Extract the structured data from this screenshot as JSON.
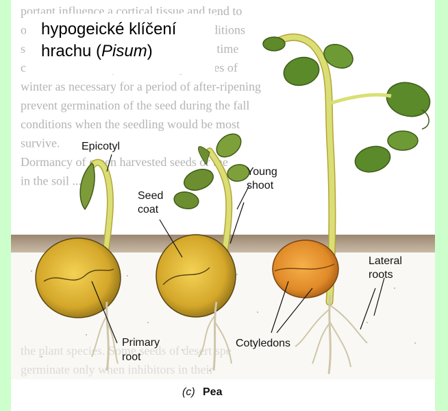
{
  "title": {
    "line1": "hypogeické klíčení",
    "line2_prefix": "hrachu (",
    "line2_italic": "Pisum",
    "line2_suffix": ")"
  },
  "labels": {
    "epicotyl": "Epicotyl",
    "seed_coat_1": "Seed",
    "seed_coat_2": "coat",
    "young_shoot_1": "Young",
    "young_shoot_2": "shoot",
    "primary_root_1": "Primary",
    "primary_root_2": "root",
    "cotyledons": "Cotyledons",
    "lateral_roots_1": "Lateral",
    "lateral_roots_2": "roots"
  },
  "caption": {
    "letter": "(c)",
    "name": "Pea"
  },
  "background_text": [
    "portant influence a cortical tissue and tend to",
    "obtain after-ripening on dry cooler conditions",
    "seeds they will gain in temperature and time",
    "come down thereby the low temperatures of",
    "winter as necessary for a period of after-ripening",
    "prevent germination of the seed during the fall",
    "conditions when the seedling would be most",
    "survive.",
    "Dormancy of green harvested seeds or the",
    "in the soil ...",
    "",
    "",
    "",
    "",
    "",
    "",
    "",
    "",
    "the plant species. Some seeds of desert spe",
    "germinate only when inhibitors in their"
  ],
  "colors": {
    "page_bg": "#ccffcc",
    "soil": "#a08c76",
    "cotyledon": "#e0b630",
    "stem": "#d8e070",
    "leaf": "#4a7a22"
  }
}
